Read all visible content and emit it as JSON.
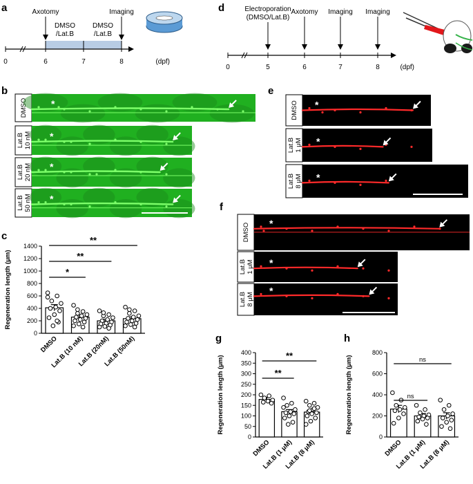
{
  "panels": {
    "a": {
      "letter": "a",
      "events": {
        "axotomy": "Axotomy",
        "imaging": "Imaging"
      },
      "treatment_1": "DMSO",
      "treatment_1b": "/Lat.B",
      "treatment_2": "DMSO",
      "treatment_2b": "/Lat.B",
      "ticks": [
        "0",
        "6",
        "7",
        "8"
      ],
      "unit": "(dpf)"
    },
    "d": {
      "letter": "d",
      "events": {
        "electroporation": "Electroporation",
        "electroporation_sub": "(DMSO/Lat.B)",
        "axotomy": "Axotomy",
        "imaging1": "Imaging",
        "imaging2": "Imaging"
      },
      "ticks": [
        "0",
        "5",
        "6",
        "7",
        "8"
      ],
      "unit": "(dpf)"
    },
    "b": {
      "letter": "b",
      "rows": [
        {
          "label1": "DMSO",
          "label2": ""
        },
        {
          "label1": "Lat.B",
          "label2": "10 nM"
        },
        {
          "label1": "Lat.B",
          "label2": "20 nM"
        },
        {
          "label1": "Lat.B",
          "label2": "50 nM"
        }
      ]
    },
    "e": {
      "letter": "e",
      "rows": [
        {
          "label1": "DMSO",
          "label2": ""
        },
        {
          "label1": "Lat.B",
          "label2": "1 μM"
        },
        {
          "label1": "Lat.B",
          "label2": "8 μM"
        }
      ]
    },
    "f": {
      "letter": "f",
      "rows": [
        {
          "label1": "DMSO",
          "label2": ""
        },
        {
          "label1": "Lat.B",
          "label2": "1 μM"
        },
        {
          "label1": "Lat.B",
          "label2": "8 μM"
        }
      ]
    },
    "c": {
      "letter": "c"
    },
    "g": {
      "letter": "g"
    },
    "h": {
      "letter": "h"
    }
  },
  "chart_data": [
    {
      "panel": "c",
      "type": "bar",
      "ylabel": "Regeneration length (μm)",
      "categories": [
        "DMSO",
        "Lat.B (10 nM)",
        "Lat.B (20nM)",
        "Lat.B (50nM)"
      ],
      "values": [
        410,
        260,
        200,
        235
      ],
      "errors": [
        50,
        30,
        25,
        28
      ],
      "ylim": [
        0,
        1400
      ],
      "yticks": [
        0,
        200,
        400,
        600,
        800,
        1000,
        1200,
        1400
      ],
      "points": [
        [
          650,
          600,
          520,
          480,
          420,
          400,
          360,
          300,
          250,
          180,
          120,
          580,
          200
        ],
        [
          450,
          350,
          320,
          300,
          280,
          260,
          240,
          220,
          200,
          180,
          150,
          120,
          100,
          380
        ],
        [
          360,
          300,
          280,
          250,
          220,
          200,
          180,
          160,
          150,
          130,
          110,
          100,
          80,
          330
        ],
        [
          420,
          360,
          320,
          280,
          260,
          240,
          220,
          200,
          180,
          160,
          140,
          120,
          100,
          380
        ]
      ],
      "significance": [
        {
          "from": 0,
          "to": 1,
          "label": "*"
        },
        {
          "from": 0,
          "to": 2,
          "label": "**"
        },
        {
          "from": 0,
          "to": 3,
          "label": "**"
        }
      ]
    },
    {
      "panel": "g",
      "type": "bar",
      "ylabel": "Regeneration length (μm)",
      "categories": [
        "DMSO",
        "Lat.B (1 μM)",
        "Lat.B (8 μM)"
      ],
      "values": [
        178,
        120,
        118
      ],
      "errors": [
        10,
        10,
        10
      ],
      "ylim": [
        0,
        400
      ],
      "yticks": [
        0,
        50,
        100,
        150,
        200,
        250,
        300,
        350,
        400
      ],
      "points": [
        [
          200,
          195,
          185,
          175,
          170,
          165,
          160
        ],
        [
          185,
          160,
          150,
          130,
          120,
          115,
          110,
          100,
          90,
          70,
          60,
          140
        ],
        [
          170,
          160,
          150,
          140,
          130,
          120,
          115,
          110,
          100,
          90,
          75,
          60,
          135,
          125
        ]
      ],
      "significance": [
        {
          "from": 0,
          "to": 1,
          "label": "**"
        },
        {
          "from": 0,
          "to": 2,
          "label": "**"
        }
      ]
    },
    {
      "panel": "h",
      "type": "bar",
      "ylabel": "Regeneration length (μm)",
      "categories": [
        "DMSO",
        "Lat.B (1 μM)",
        "Lat.B (8 μM)"
      ],
      "values": [
        265,
        200,
        200
      ],
      "errors": [
        35,
        22,
        30
      ],
      "ylim": [
        0,
        800
      ],
      "yticks": [
        0,
        200,
        400,
        600,
        800
      ],
      "points": [
        [
          420,
          350,
          300,
          280,
          260,
          250,
          220,
          180,
          130
        ],
        [
          300,
          260,
          230,
          210,
          200,
          190,
          180,
          170,
          150,
          120
        ],
        [
          350,
          300,
          260,
          220,
          200,
          180,
          160,
          140,
          100,
          80
        ]
      ],
      "significance": [
        {
          "from": 0,
          "to": 1,
          "label": "ns"
        },
        {
          "from": 0,
          "to": 2,
          "label": "ns"
        }
      ]
    }
  ]
}
